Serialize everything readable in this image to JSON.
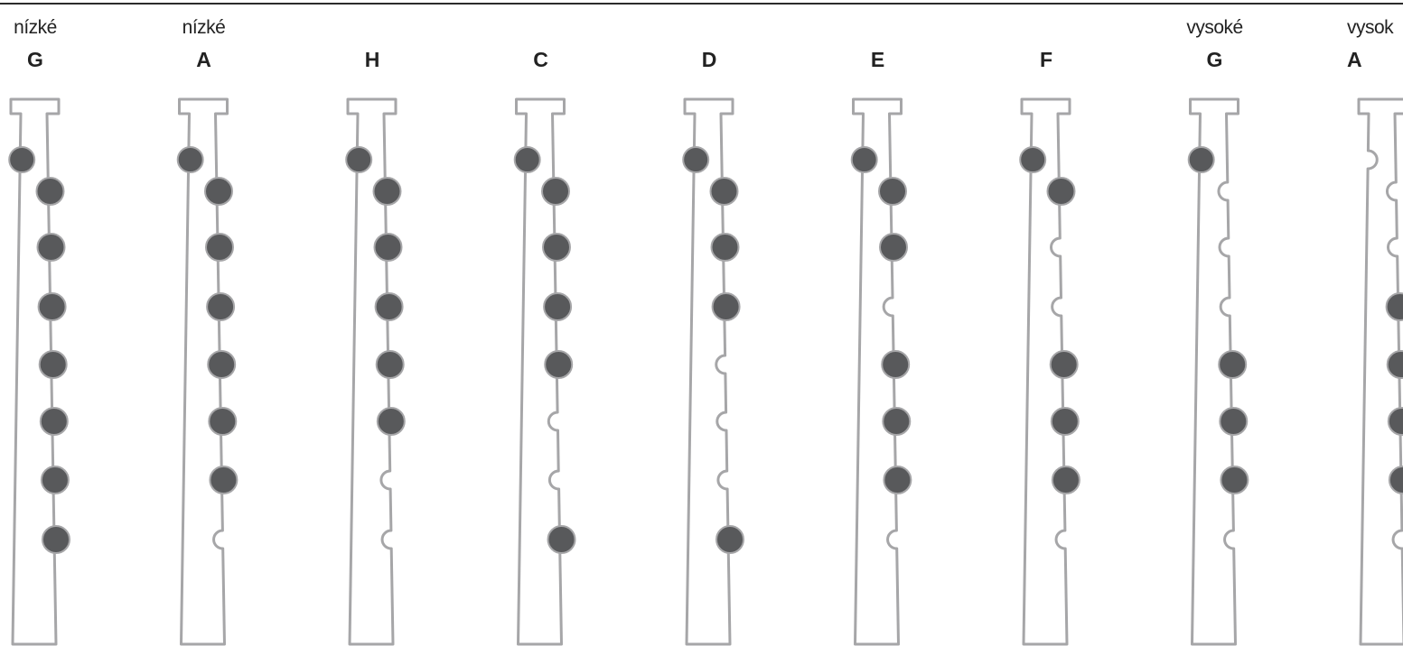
{
  "colors": {
    "outline": "#a6a6a8",
    "closed_hole": "#58595b",
    "text": "#222222",
    "rule": "#2b2b2b"
  },
  "fingerings": [
    {
      "qualifier": "nízké",
      "note": "G",
      "thumb": true,
      "holes": [
        true,
        true,
        true,
        true,
        true,
        true,
        true
      ]
    },
    {
      "qualifier": "nízké",
      "note": "A",
      "thumb": true,
      "holes": [
        true,
        true,
        true,
        true,
        true,
        true,
        false
      ]
    },
    {
      "qualifier": "",
      "note": "H",
      "thumb": true,
      "holes": [
        true,
        true,
        true,
        true,
        true,
        false,
        false
      ]
    },
    {
      "qualifier": "",
      "note": "C",
      "thumb": true,
      "holes": [
        true,
        true,
        true,
        true,
        false,
        false,
        true
      ]
    },
    {
      "qualifier": "",
      "note": "D",
      "thumb": true,
      "holes": [
        true,
        true,
        true,
        false,
        false,
        false,
        true
      ]
    },
    {
      "qualifier": "",
      "note": "E",
      "thumb": true,
      "holes": [
        true,
        true,
        false,
        true,
        true,
        true,
        false
      ]
    },
    {
      "qualifier": "",
      "note": "F",
      "thumb": true,
      "holes": [
        true,
        false,
        false,
        true,
        true,
        true,
        false
      ]
    },
    {
      "qualifier": "vysoké",
      "note": "G",
      "thumb": true,
      "holes": [
        false,
        false,
        false,
        true,
        true,
        true,
        false
      ]
    },
    {
      "qualifier": "vysok",
      "note": "A",
      "thumb": false,
      "holes": [
        false,
        false,
        true,
        true,
        true,
        true,
        false
      ]
    }
  ]
}
